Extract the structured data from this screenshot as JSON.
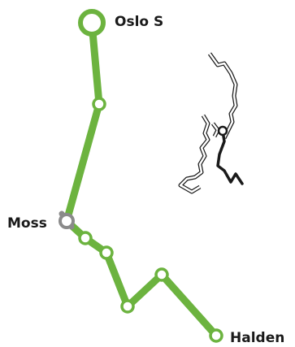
{
  "colors": {
    "line": "#6cb33f",
    "line_muted": "#8a8a8a",
    "inset_coast": "#1a1a1a",
    "inset_route": "#1a1a1a",
    "background": "#ffffff"
  },
  "stations": {
    "north_terminal": "Oslo S",
    "junction": "Moss",
    "south_terminal": "Halden"
  },
  "inset": {
    "icon": "norway-coastline-locator-icon"
  }
}
